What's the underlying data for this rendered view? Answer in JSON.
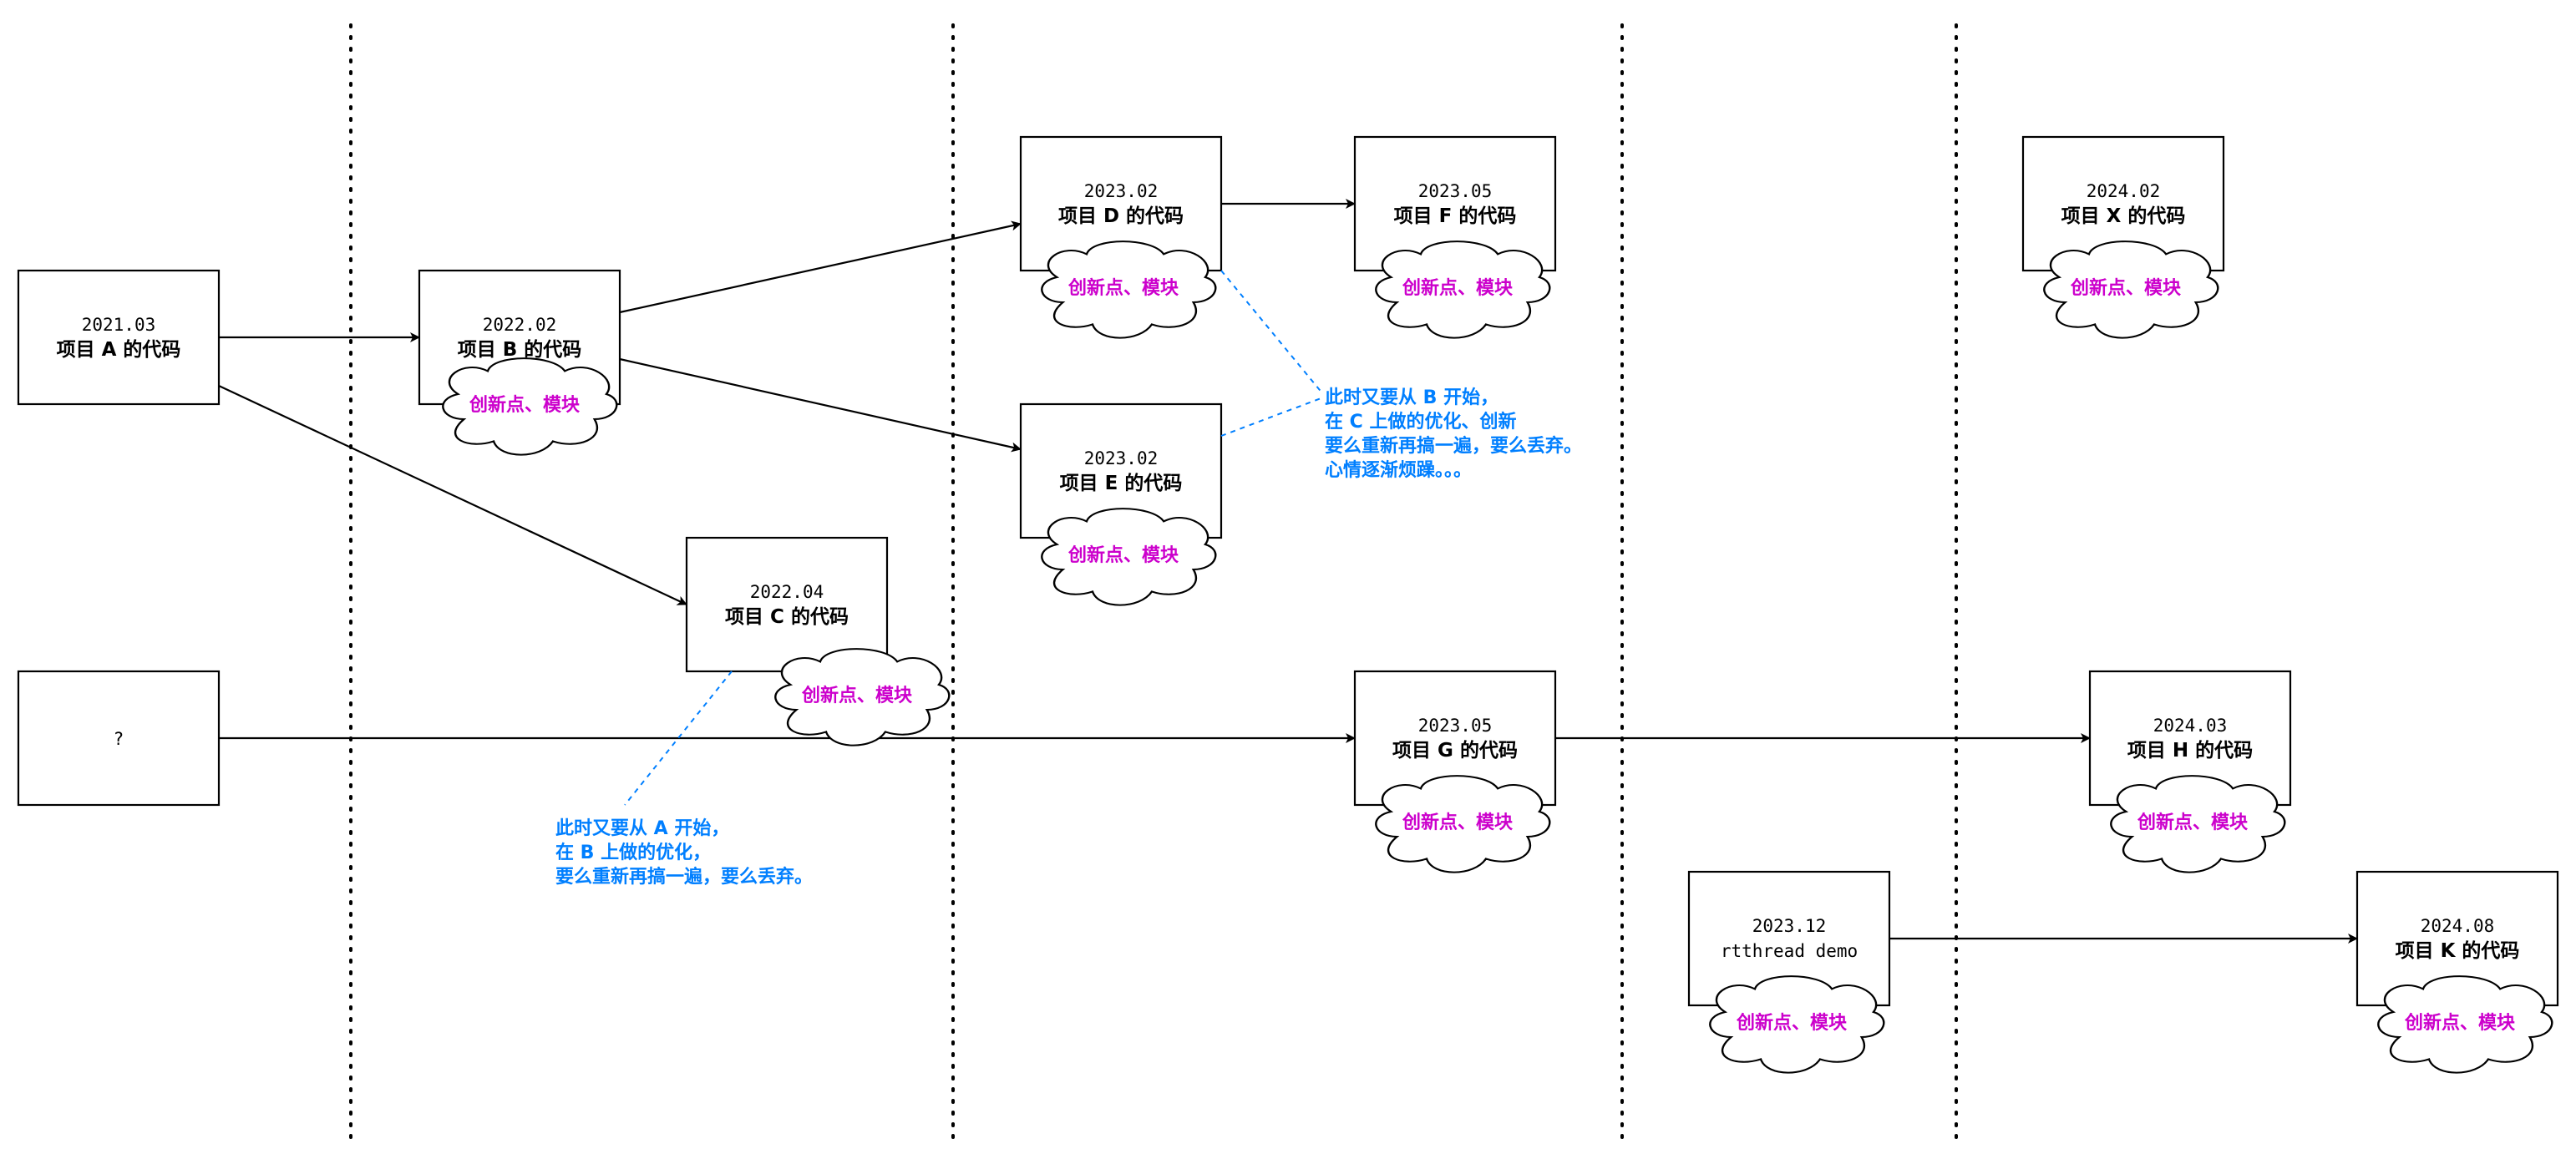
{
  "nodes": [
    {
      "id": "A",
      "date": "2021.03",
      "title": "项目 A 的代码",
      "cloud": ""
    },
    {
      "id": "B",
      "date": "2022.02",
      "title": "项目 B 的代码",
      "cloud": "创新点、模块"
    },
    {
      "id": "C",
      "date": "2022.04",
      "title": "项目 C 的代码",
      "cloud": "创新点、模块"
    },
    {
      "id": "Q",
      "date": "?",
      "title": "",
      "cloud": ""
    },
    {
      "id": "D",
      "date": "2023.02",
      "title": "项目 D 的代码",
      "cloud": "创新点、模块"
    },
    {
      "id": "E",
      "date": "2023.02",
      "title": "项目 E 的代码",
      "cloud": "创新点、模块"
    },
    {
      "id": "F",
      "date": "2023.05",
      "title": "项目 F 的代码",
      "cloud": "创新点、模块"
    },
    {
      "id": "G",
      "date": "2023.05",
      "title": "项目 G 的代码",
      "cloud": "创新点、模块"
    },
    {
      "id": "R",
      "date": "2023.12",
      "title": "rtthread demo",
      "cloud": "创新点、模块"
    },
    {
      "id": "X",
      "date": "2024.02",
      "title": "项目 X 的代码",
      "cloud": "创新点、模块"
    },
    {
      "id": "H",
      "date": "2024.03",
      "title": "项目 H 的代码",
      "cloud": "创新点、模块"
    },
    {
      "id": "K",
      "date": "2024.08",
      "title": "项目 K 的代码",
      "cloud": "创新点、模块"
    }
  ],
  "edges": [
    {
      "from": "A",
      "to": "B"
    },
    {
      "from": "A",
      "to": "C"
    },
    {
      "from": "B",
      "to": "D"
    },
    {
      "from": "B",
      "to": "E"
    },
    {
      "from": "D",
      "to": "F"
    },
    {
      "from": "Q",
      "to": "G"
    },
    {
      "from": "G",
      "to": "H"
    },
    {
      "from": "R",
      "to": "K"
    }
  ],
  "notes": {
    "note_upper": {
      "lines": [
        "此时又要从 B 开始，",
        "在 C 上做的优化、创新",
        "要么重新再搞一遍，要么丢弃。",
        "心情逐渐烦躁。。。"
      ]
    },
    "note_lower": {
      "lines": [
        "此时又要从 A 开始，",
        "在 B 上做的优化，",
        "要么重新再搞一遍，要么丢弃。"
      ]
    }
  },
  "colors": {
    "box_stroke": "#000000",
    "cloud_text": "#cc00cc",
    "note_text": "#007fff",
    "note_connector": "#007fff"
  }
}
